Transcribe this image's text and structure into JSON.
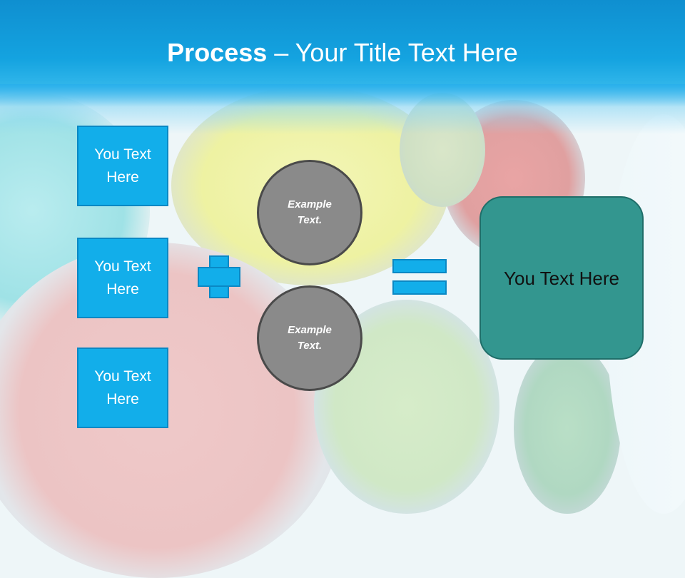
{
  "title": {
    "bold": "Process",
    "separator": " – ",
    "rest": "Your Title Text Here"
  },
  "left_boxes": [
    {
      "label": "You Text Here"
    },
    {
      "label": "You Text Here"
    },
    {
      "label": "You Text Here"
    }
  ],
  "circles": [
    {
      "label": "Example Text."
    },
    {
      "label": "Example Text."
    }
  ],
  "result": {
    "label": "You Text Here"
  },
  "colors": {
    "header": "#14a3e0",
    "box_fill": "#12aeea",
    "circle_fill": "#8a8a8a",
    "result_fill": "#33968f"
  },
  "icons": [
    "plus-icon",
    "equals-icon"
  ]
}
